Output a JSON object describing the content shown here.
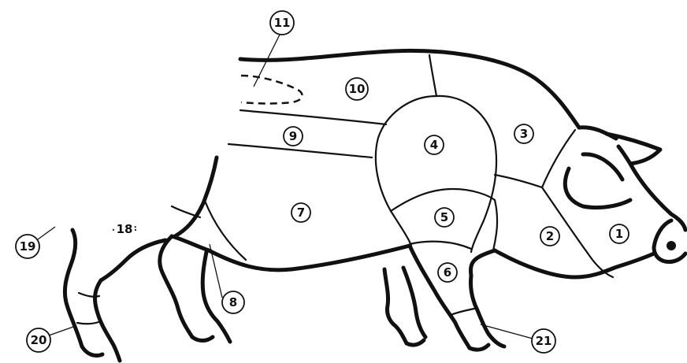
{
  "diagram": {
    "labels": {
      "l1": "1",
      "l2": "2",
      "l3": "3",
      "l4": "4",
      "l5": "5",
      "l6": "6",
      "l7": "7",
      "l8": "8",
      "l9": "9",
      "l10": "10",
      "l11": "11",
      "l18": "18",
      "l19": "19",
      "l20": "20",
      "l21": "21"
    }
  }
}
